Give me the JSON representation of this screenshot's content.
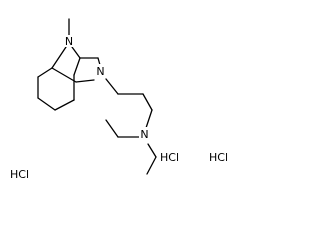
{
  "molecule": {
    "atoms": {
      "bridge_n": "N",
      "ring_n": "N",
      "amine_n": "N"
    },
    "counterions": [
      "HCl",
      "HCl",
      "HCl"
    ]
  },
  "colors": {
    "bond": "#000000",
    "label": "#000000",
    "background": "#ffffff"
  }
}
